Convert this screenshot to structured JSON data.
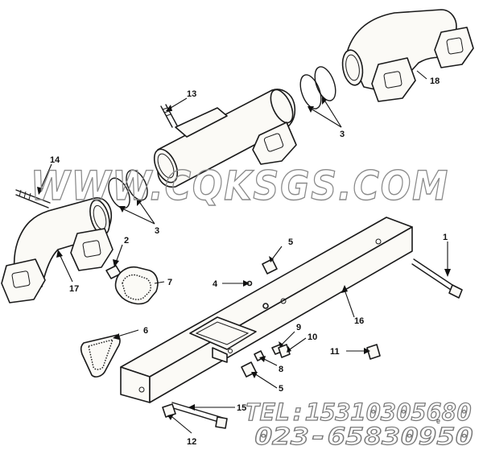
{
  "callouts": {
    "c1": "1",
    "c2": "2",
    "c3a": "3",
    "c3b": "3",
    "c4": "4",
    "c5a": "5",
    "c5b": "5",
    "c6": "6",
    "c7": "7",
    "c8": "8",
    "c9": "9",
    "c10": "10",
    "c11": "11",
    "c12": "12",
    "c13": "13",
    "c14": "14",
    "c15": "15",
    "c16": "16",
    "c17": "17",
    "c18": "18"
  },
  "watermark": "WWW.CQKSGS.COM",
  "contact": {
    "tel": "TEL:15310305680",
    "phone": "023-65830950"
  },
  "marks": {
    "corner_code": "e"
  },
  "colors": {
    "line": "#1a1a1a",
    "paper": "#fbfaf6",
    "watermark": "#8a8a8a"
  }
}
